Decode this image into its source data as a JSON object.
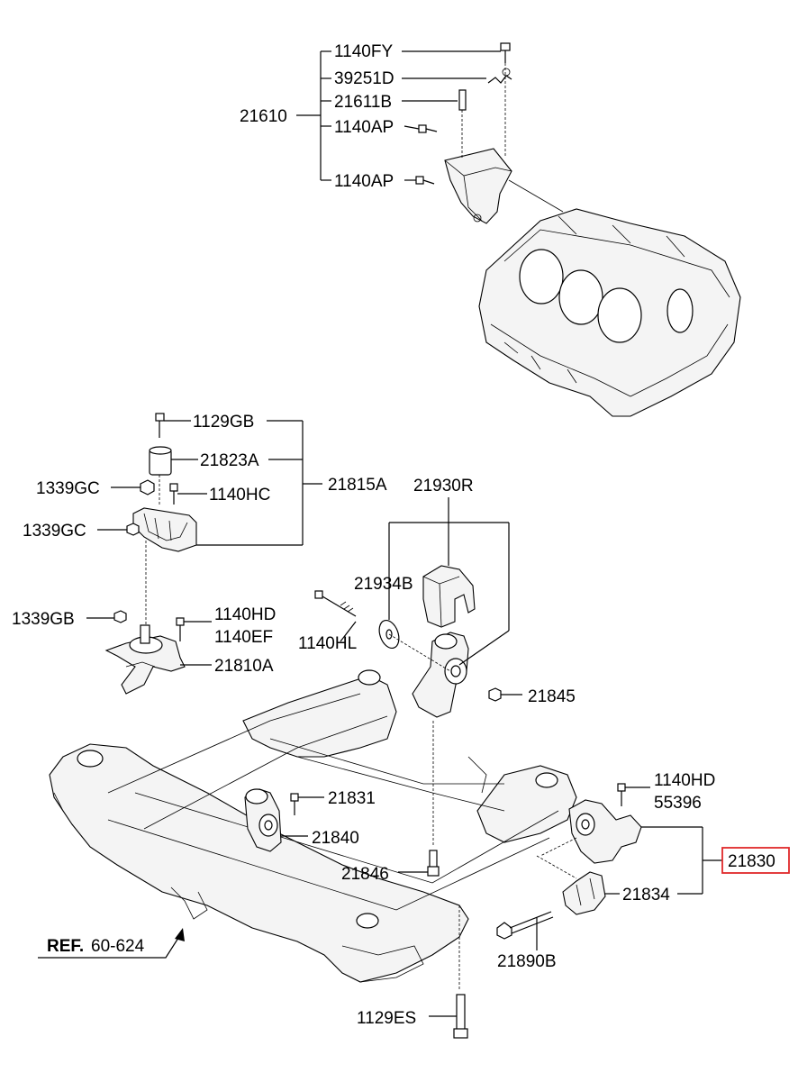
{
  "parts": {
    "p1140fy": "1140FY",
    "p39251d": "39251D",
    "p21611b": "21611B",
    "p1140ap_1": "1140AP",
    "p1140ap_2": "1140AP",
    "p21610": "21610",
    "p1129gb": "1129GB",
    "p21823a": "21823A",
    "p1339gc_1": "1339GC",
    "p1140hc": "1140HC",
    "p21815a": "21815A",
    "p1339gc_2": "1339GC",
    "p1339gb": "1339GB",
    "p1140hd_1": "1140HD",
    "p1140ef": "1140EF",
    "p21810a": "21810A",
    "p21930r": "21930R",
    "p21934b": "21934B",
    "p1140hl": "1140HL",
    "p21845": "21845",
    "p1140hd_2": "1140HD",
    "p55396": "55396",
    "p21831": "21831",
    "p21840": "21840",
    "p21830": "21830",
    "p21846": "21846",
    "p21834": "21834",
    "p21890b": "21890B",
    "p1129es": "1129ES"
  },
  "ref": {
    "prefix": "REF.",
    "code": "60-624"
  },
  "highlight_color": "#e0282a"
}
